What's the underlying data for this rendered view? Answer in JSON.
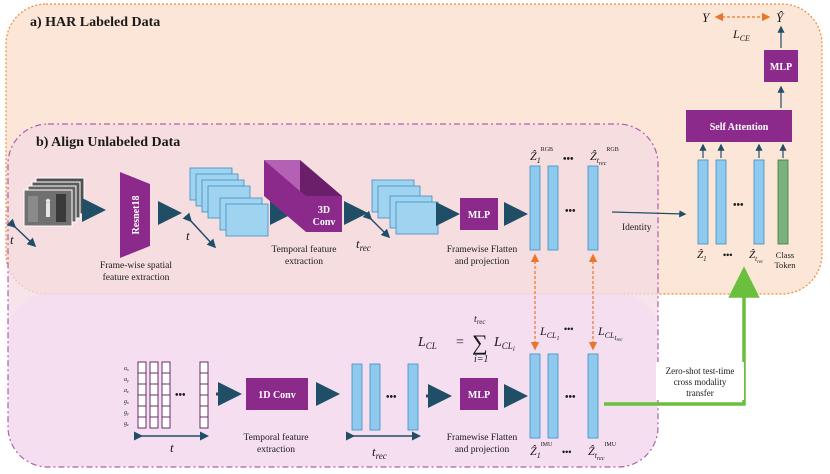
{
  "sections": {
    "har": "a) HAR Labeled Data",
    "align": "b) Align Unlabeled Data"
  },
  "blocks": {
    "resnet": "Resnet18",
    "conv3d_l1": "3D",
    "conv3d_l2": "Conv",
    "mlp": "MLP",
    "conv1d": "1D Conv",
    "self_attention": "Self Attention"
  },
  "captions": {
    "spatial_l1": "Frame-wise spatial",
    "spatial_l2": "feature extraction",
    "temporal_l1": "Temporal feature",
    "temporal_l2": "extraction",
    "flatten_l1": "Framewise Flatten",
    "flatten_l2": "and projection",
    "identity": "Identity",
    "class_l1": "Class",
    "class_l2": "Token",
    "zeroshot_l1": "Zero-shot test-time",
    "zeroshot_l2": "cross modality",
    "zeroshot_l3": "transfer"
  },
  "math": {
    "t": "t",
    "t_rec": "t",
    "t_rec_sub": "rec",
    "z1": "Ẑ",
    "z_sub1": "1",
    "z_sub_trec": "t",
    "sup_rgb": "RGB",
    "sup_imu": "IMU",
    "y": "Y",
    "y_hat": "Ŷ",
    "l_ce": "L",
    "l_ce_sub": "CE",
    "l_cl": "L",
    "l_cl_sub": "CL",
    "sum_top": "t",
    "sum_bottom": "i=1",
    "sum_sym": "∑",
    "l_cl_i_sub": "CL",
    "eq": "=",
    "dots": "•••"
  },
  "imu_channels": [
    "a",
    "a",
    "a",
    "g",
    "g",
    "g"
  ],
  "imu_channel_subs": [
    "x",
    "y",
    "z",
    "x",
    "y",
    "z"
  ]
}
